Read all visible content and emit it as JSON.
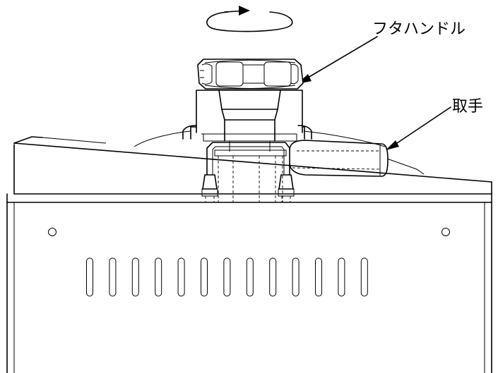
{
  "labels": {
    "lid_handle": "フタハンドル",
    "grip": "取手"
  },
  "vent_slot_count": 13,
  "colors": {
    "line": "#000000",
    "background": "#ffffff"
  }
}
